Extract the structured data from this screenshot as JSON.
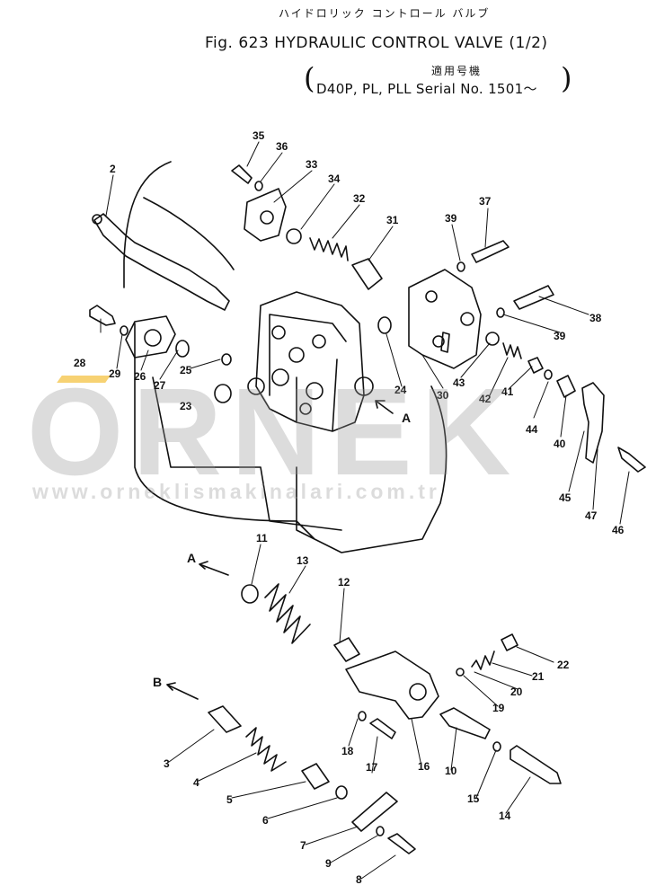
{
  "header": {
    "title_jp": "ハイドロリック コントロール バルブ",
    "title": "Fig. 623  HYDRAULIC CONTROL VALVE (1/2)",
    "applicability_jp": "適用号機",
    "applicability": "D40P, PL, PLL Serial No. 1501～",
    "open_paren": "(",
    "close_paren": ")"
  },
  "watermark": {
    "brand": "ORNEK",
    "url": "www.orneklismakinalari.com.tr",
    "accent_color": "#F2BA28"
  },
  "callouts": [
    "35",
    "36",
    "33",
    "34",
    "32",
    "31",
    "2",
    "39",
    "37",
    "28",
    "29",
    "26",
    "27",
    "25",
    "24",
    "30",
    "43",
    "38",
    "39",
    "42",
    "41",
    "44",
    "40",
    "23",
    "45",
    "47",
    "46",
    "11",
    "13",
    "12",
    "22",
    "21",
    "20",
    "19",
    "18",
    "17",
    "16",
    "10",
    "15",
    "14",
    "3",
    "4",
    "5",
    "6",
    "7",
    "9",
    "8"
  ],
  "port_labels": [
    "A",
    "A",
    "B"
  ]
}
